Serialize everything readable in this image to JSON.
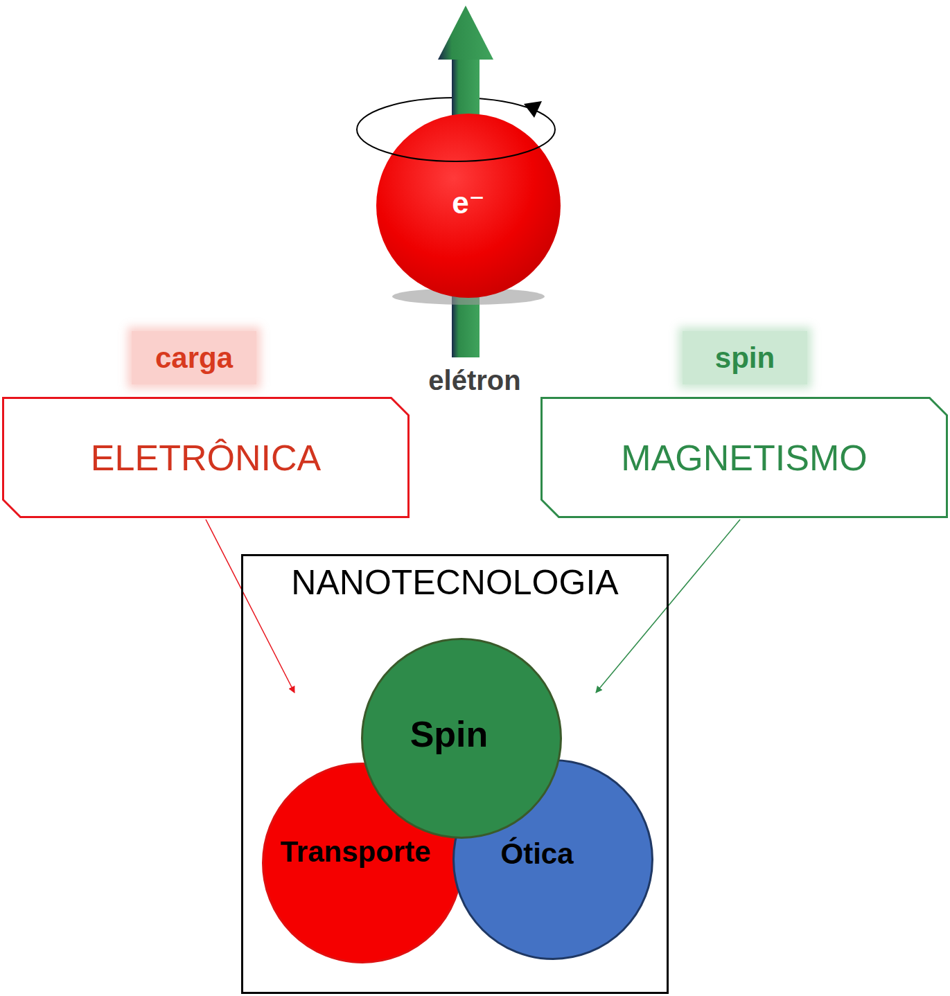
{
  "diagram": {
    "nodes": [
      {
        "text": [
          "e⁻"
        ]
      },
      {
        "text": [
          "carga",
          "ELETRÔNICA"
        ]
      },
      {
        "text": [
          "spin",
          "MAGNETISMO"
        ]
      },
      {
        "text": [
          "NANOTECNOLOGIA"
        ]
      },
      {
        "text": [
          "Spin"
        ],
        "in": 3
      },
      {
        "text": [
          "Transporte"
        ],
        "in": 3
      },
      {
        "text": [
          "Ótica"
        ],
        "in": 3
      }
    ],
    "edges": [
      {
        "from": 1,
        "to": 3,
        "arrow": "to"
      },
      {
        "from": 2,
        "to": 3,
        "arrow": "to"
      }
    ],
    "labels": [
      "elétron"
    ]
  }
}
